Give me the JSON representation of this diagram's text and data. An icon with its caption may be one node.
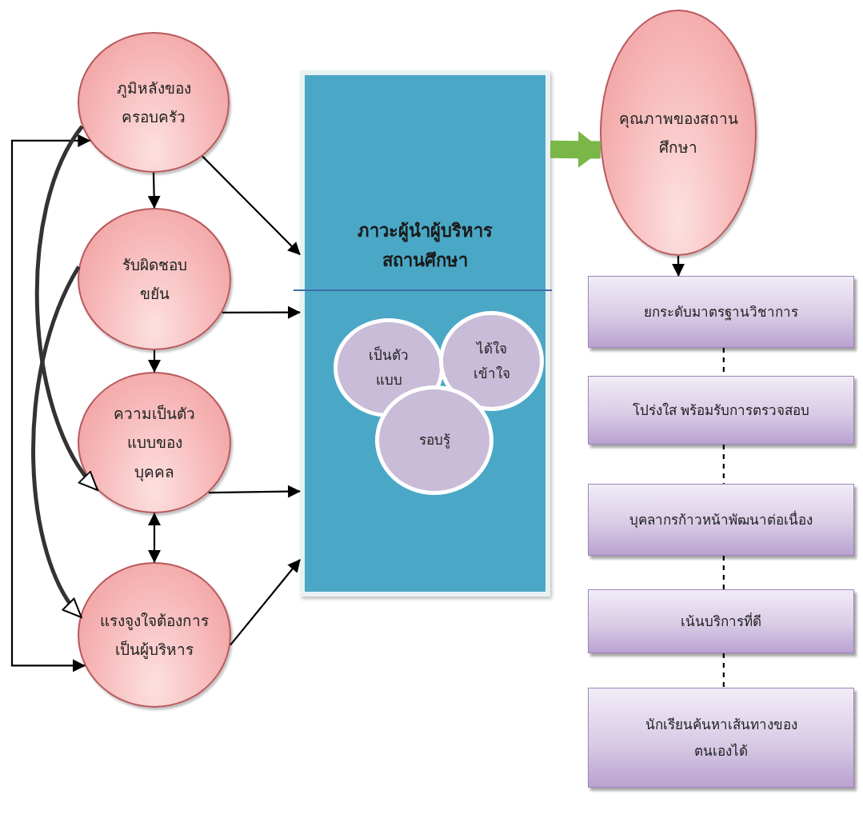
{
  "diagram": {
    "nodes": [
      {
        "text": [
          "ภูมิหลังของครอบครัว"
        ]
      },
      {
        "text": [
          "รับผิดชอบขยัน"
        ]
      },
      {
        "text": [
          "ความเป็นตัวแบบของบุคคล"
        ]
      },
      {
        "text": [
          "แรงจูงใจต้องการเป็นผู้บริหาร"
        ]
      },
      {
        "text": [
          "ภาวะผู้นำผู้บริหารสถานศึกษา"
        ]
      },
      {
        "text": [
          "เป็นตัวแบบ"
        ],
        "in": 4
      },
      {
        "text": [
          "ได้ใจเข้าใจ"
        ],
        "in": 4
      },
      {
        "text": [
          "รอบรู้"
        ],
        "in": 4
      },
      {
        "text": [
          "คุณภาพของสถานศึกษา"
        ]
      },
      {
        "text": [
          "ยกระดับมาตรฐานวิชาการ"
        ]
      },
      {
        "text": [
          "โปร่งใส พร้อมรับการตรวจสอบ"
        ]
      },
      {
        "text": [
          "บุคลากรก้าวหน้าพัฒนาต่อเนื่อง"
        ]
      },
      {
        "text": [
          "เน้นบริการที่ดี"
        ]
      },
      {
        "text": [
          "นักเรียนค้นหาเส้นทางของตนเองได้"
        ]
      }
    ],
    "edges": [
      {
        "from": 0,
        "to": 1,
        "arrow": "to"
      },
      {
        "from": 1,
        "to": 2,
        "arrow": "to"
      },
      {
        "from": 2,
        "to": 3,
        "arrow": "both"
      },
      {
        "from": 0,
        "to": 4,
        "arrow": "to"
      },
      {
        "from": 1,
        "to": 4,
        "arrow": "to"
      },
      {
        "from": 2,
        "to": 4,
        "arrow": "to"
      },
      {
        "from": 3,
        "to": 4,
        "arrow": "to"
      },
      {
        "from": 4,
        "to": 8,
        "arrow": "to",
        "style": "thick",
        "color": "#7ab648"
      },
      {
        "from": 8,
        "to": 9,
        "arrow": "to"
      },
      {
        "from": 9,
        "to": 10,
        "arrow": "none",
        "style": "dashed"
      },
      {
        "from": 10,
        "to": 11,
        "arrow": "none",
        "style": "dashed"
      },
      {
        "from": 11,
        "to": 12,
        "arrow": "none",
        "style": "dashed"
      },
      {
        "from": 12,
        "to": 13,
        "arrow": "none",
        "style": "dashed"
      },
      {
        "from": 0,
        "to": 3,
        "arrow": "both"
      },
      {
        "from": 0,
        "to": 2,
        "arrow": "to",
        "style": "thick"
      },
      {
        "from": 1,
        "to": 3,
        "arrow": "to",
        "style": "thick"
      }
    ]
  }
}
